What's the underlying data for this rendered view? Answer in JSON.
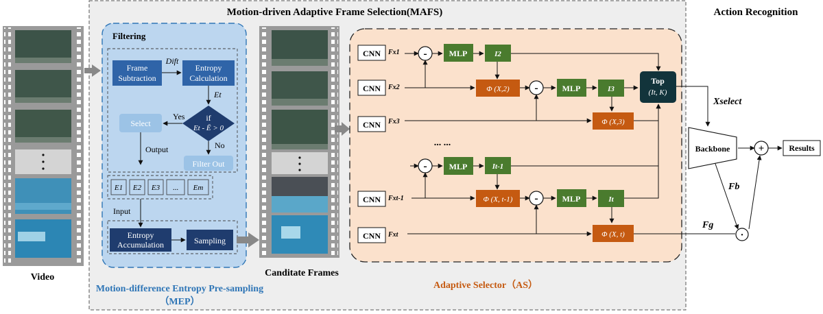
{
  "header": {
    "mafs_title": "Motion-driven Adaptive Frame Selection(MAFS)",
    "action_title": "Action Recognition"
  },
  "inputs": {
    "video_label": "Video",
    "candidate_label": "Canditate Frames"
  },
  "mep": {
    "filtering_label": "Filtering",
    "frame_sub_line1": "Frame",
    "frame_sub_line2": "Subtraction",
    "dift_label": "Dift",
    "entropy_calc_line1": "Entropy",
    "entropy_calc_line2": "Calculation",
    "et_label": "Et",
    "decision_line1": "if",
    "decision_line2": "Et - Ē > 0",
    "yes_label": "Yes",
    "no_label": "No",
    "select_label": "Select",
    "output_label": "Output",
    "filter_out_label": "Filter Out",
    "e1": "E1",
    "e2": "E2",
    "e3": "E3",
    "edots": "...",
    "em": "Em",
    "input_label": "Input",
    "entropy_acc_line1": "Entropy",
    "entropy_acc_line2": "Accumulation",
    "sampling_label": "Sampling",
    "title_line1": "Motion-difference Entropy Pre-sampling",
    "title_line2": "（MEP）"
  },
  "selector": {
    "cnn": "CNN",
    "fx1": "Fx1",
    "fx2": "Fx2",
    "fx3": "Fx3",
    "fxt1": "Fxt-1",
    "fxt": "Fxt",
    "minus": "-",
    "mlp": "MLP",
    "i2": "I2",
    "i3": "I3",
    "it1": "It-1",
    "it": "It",
    "phi_x2": "Φ (X,2)",
    "phi_x3": "Φ (X,3)",
    "phi_xt1": "Φ (X, t-1)",
    "phi_xt": "Φ (X, t)",
    "top_line1": "Top",
    "top_line2": "(It, K)",
    "dots": "... ...",
    "title": "Adaptive Selector（AS）"
  },
  "recognition": {
    "xselect": "Xselect",
    "backbone": "Backbone",
    "plus": "+",
    "dot": "·",
    "results": "Results",
    "fb": "Fb",
    "fg": "Fg"
  },
  "colors": {
    "mep_fill": "#bcd6ef",
    "mep_border": "#2e75b6",
    "box_dark_blue": "#1f3c6e",
    "box_mid_blue": "#2f64a8",
    "box_light_blue": "#9cc3e6",
    "as_fill": "#fbe1cc",
    "mlp_green": "#4a7b2e",
    "phi_orange": "#c55a11",
    "top_dark": "#12343b",
    "panel_gray": "#eeeeee",
    "film_gray": "#9a9a9a"
  }
}
